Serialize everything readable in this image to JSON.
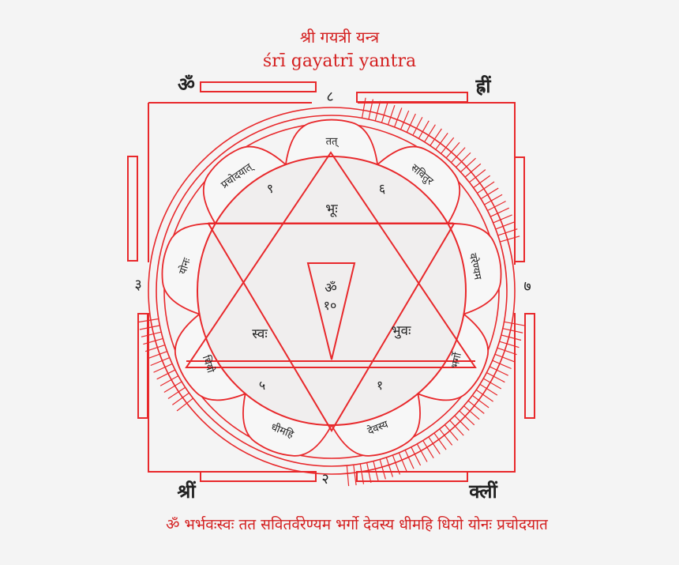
{
  "title_devanagari": "श्री गयत्री यन्त्र",
  "title_transliteration": "śrī gayatrī yantra",
  "corners": {
    "top_left": "ॐ",
    "top_right": "ह्रीं",
    "bottom_left": "श्रीं",
    "bottom_right": "क्लीं"
  },
  "sides": {
    "top": "८",
    "right": "७",
    "bottom": "२",
    "left": "३"
  },
  "petals": [
    "तत्",
    "सवितुर",
    "वरेण्यम",
    "भर्गो",
    "देवस्य",
    "धीमहि",
    "धियो",
    "योनः",
    "प्रचोदयात्"
  ],
  "triangle_numbers": {
    "top_left": "९",
    "top_right": "६",
    "bottom_left": "५",
    "bottom_right": "१",
    "center": "१०"
  },
  "triangle_words": {
    "top": "भूः",
    "left": "स्वः",
    "right": "भुवः",
    "center_om": "ॐ"
  },
  "mantra": "ॐ भर्भवःस्वः तत सवितर्वरेण्यम भर्गो देवस्य धीमहि धियो योनः प्रचोदयात",
  "colors": {
    "line": "#e8282b",
    "title": "#d42020",
    "text": "#222222",
    "petal_fill": "#f7f7f7"
  }
}
